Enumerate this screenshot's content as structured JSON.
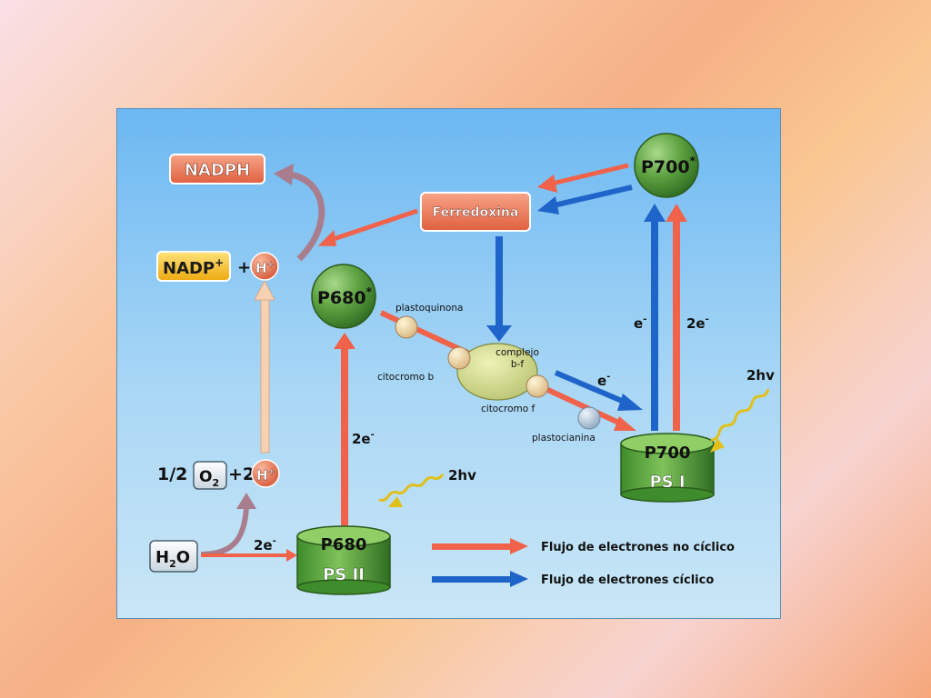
{
  "nodes": {
    "nadph": "NADPH",
    "nadp": "NADP",
    "nadp_sup": "+",
    "plus": "+",
    "h": "H",
    "h_sup": "+",
    "ferredoxina": "Ferredoxina",
    "p700_star": "P700",
    "p700_star_sup": "*",
    "p680_star": "P680",
    "p680_star_sup": "*",
    "half": "1/2",
    "o2": "O",
    "o2_sub": "2",
    "plus2": "+2",
    "h2": "H",
    "h2_sup": "+",
    "h2o_h": "H",
    "h2o_sub": "2",
    "h2o_o": "O"
  },
  "photosystems": {
    "ps2_top": "P680",
    "ps2_bottom": "PS II",
    "ps1_top": "P700",
    "ps1_bottom": "PS I"
  },
  "carriers": {
    "plastoquinona": "plastoquinona",
    "complejo_1": "complejo",
    "complejo_2": "b-f",
    "citocromo_b": "citocromo b",
    "citocromo_f": "citocromo f",
    "plastocianina": "plastocianina"
  },
  "electron_labels": {
    "ps2_2e": "2e",
    "h2o_2e": "2e",
    "ps1_e": "e",
    "ps1_2e": "2e",
    "cyclic_e": "e",
    "minus": "-",
    "light_ps2": "2hv",
    "light_ps1": "2hv"
  },
  "legend": {
    "noncyclic": "Flujo de electrones no cíclico",
    "cyclic": "Flujo de electrones cíclico"
  },
  "colors": {
    "red_arrow": "#f0624a",
    "blue_arrow": "#1f64c8",
    "green_sphere": "#5fa342",
    "salmon_box": "#f07e5e",
    "yellow_box": "#f6c21a",
    "light_arrow": "#f7d2b2",
    "mauve_arrow": "#a87e8e"
  }
}
